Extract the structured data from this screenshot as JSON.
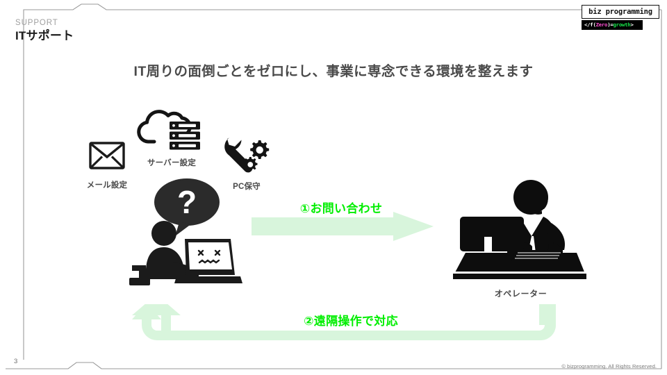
{
  "slide": {
    "eyebrow": "SUPPORT",
    "title": "ITサポート",
    "headline": "IT周りの面倒ごとをゼロにし、事業に専念できる環境を整えます",
    "page_number": "3",
    "copyright": "© bizprogramming. All Rights Reserved."
  },
  "logo": {
    "name": "biz programming",
    "code_open": "</f(",
    "code_zero": "Zero",
    "code_mid": ")=",
    "code_growth": "growth",
    "code_close": ">"
  },
  "services": [
    {
      "id": "mail",
      "icon": "mail-envelope-icon",
      "label": "メール設定"
    },
    {
      "id": "server",
      "icon": "cloud-server-icon",
      "label": "サーバー設定"
    },
    {
      "id": "pc",
      "icon": "wrench-gears-icon",
      "label": "PC保守"
    }
  ],
  "figures": {
    "customer": {
      "icon": "person-at-laptop-confused-icon",
      "bubble": "?"
    },
    "operator": {
      "icon": "operator-headset-desk-icon",
      "label": "オペレーター"
    }
  },
  "flow": {
    "step1_label": "①お問い合わせ",
    "step2_label": "②遠隔操作で対応"
  },
  "colors": {
    "arrow_fill": "#d8f5dc",
    "arrow_text": "#00ee00",
    "ink": "#1d1d1d",
    "muted": "#4a4a4a",
    "frame": "#9a9a9a"
  }
}
